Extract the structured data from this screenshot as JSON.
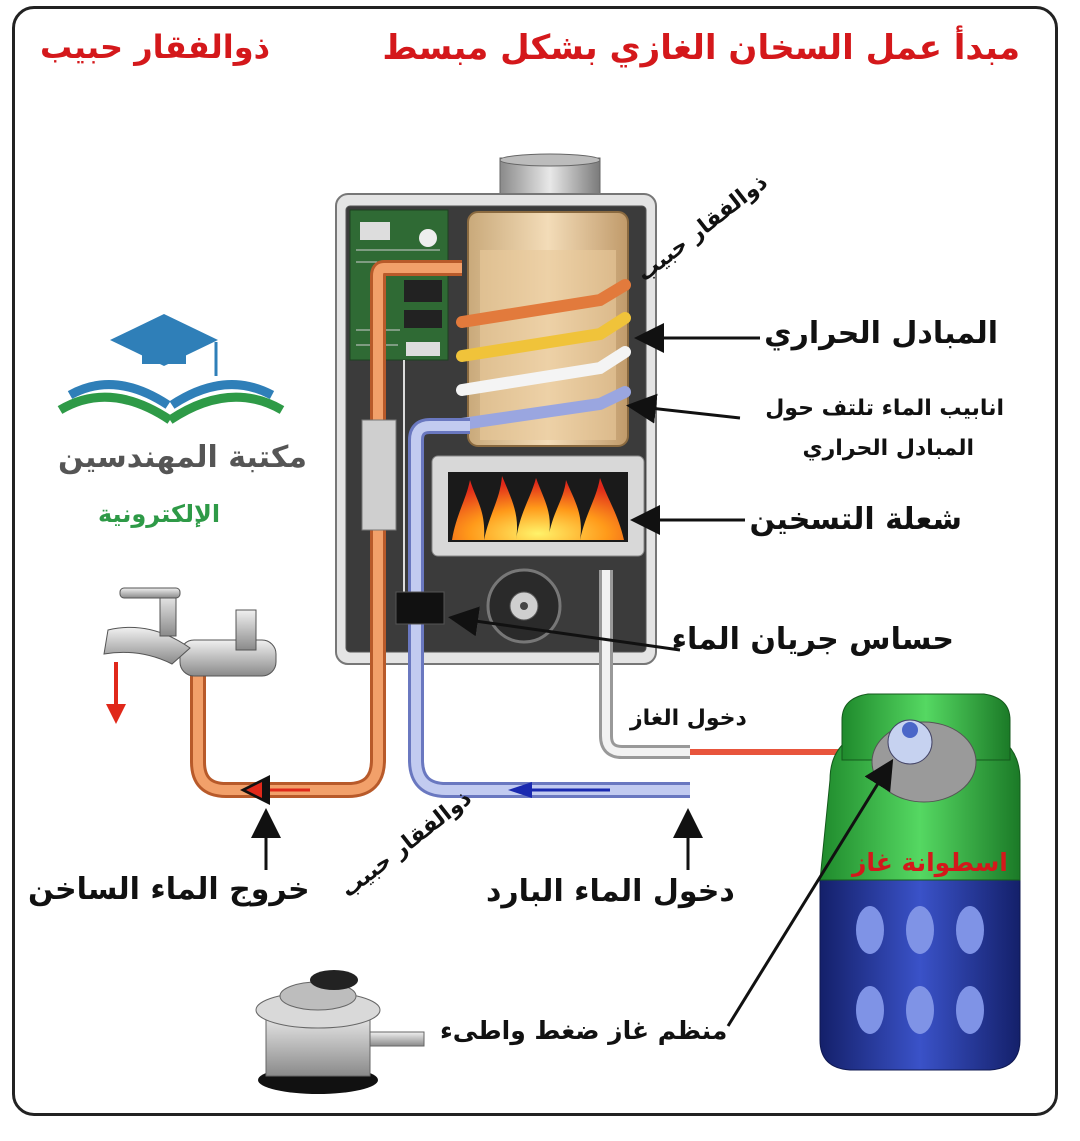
{
  "title": "مبدأ عمل السخان الغازي بشكل مبسط",
  "author": "ذوالفقار حبيب",
  "watermark_top": "ذوالفقار حبيب",
  "watermark_bottom": "ذوالفقار حبيب",
  "logo": {
    "name": "مكتبة المهندسين",
    "subtitle": "الإلكترونية"
  },
  "labels": {
    "heat_exchanger": "المبادل الحراري",
    "pipes_line1": "انابيب الماء تلتف حول",
    "pipes_line2": "المبادل الحراري",
    "flame": "شعلة التسخين",
    "flow_sensor": "حساس جريان الماء",
    "gas_inlet": "دخول الغاز",
    "hot_out": "خروج الماء الساخن",
    "cold_in": "دخول الماء البارد",
    "cylinder": "اسطوانة غاز",
    "regulator": "منظم غاز ضغط واطىء"
  },
  "colors": {
    "title": "#d4181b",
    "hot_pipe": "#e0733a",
    "cold_pipe": "#9aa6e0",
    "gas_pipe": "#e8553c",
    "cylinder_top": "#3cc04a",
    "cylinder_body": "#2a3c9c",
    "logo_blue": "#2f7fb8",
    "logo_green": "#2e9a47"
  }
}
